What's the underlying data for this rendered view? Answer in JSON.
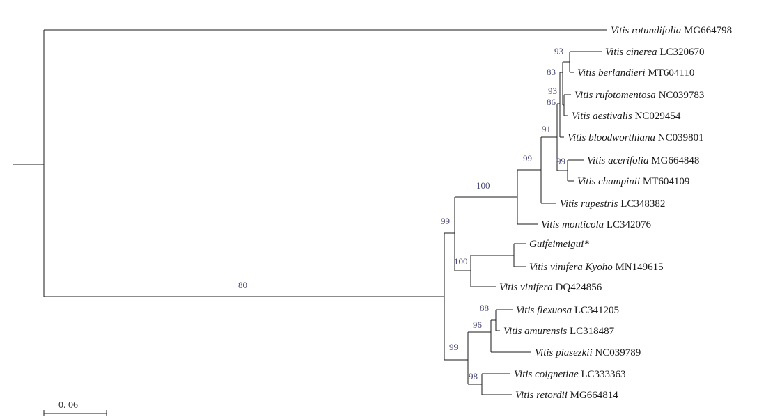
{
  "taxa": [
    {
      "species": "Vitis rotundifolia",
      "accession": "MG664798"
    },
    {
      "species": "Vitis cinerea",
      "accession": "LC320670"
    },
    {
      "species": "Vitis berlandieri",
      "accession": "MT604110"
    },
    {
      "species": "Vitis rufotomentosa",
      "accession": "NC039783"
    },
    {
      "species": "Vitis aestivalis",
      "accession": "NC029454"
    },
    {
      "species": "Vitis bloodworthiana",
      "accession": "NC039801"
    },
    {
      "species": "Vitis acerifolia",
      "accession": "MG664848"
    },
    {
      "species": "Vitis champinii",
      "accession": "MT604109"
    },
    {
      "species": "Vitis rupestris",
      "accession": "LC348382"
    },
    {
      "species": "Vitis monticola",
      "accession": "LC342076"
    },
    {
      "species": "Guifeimeigui*",
      "accession": ""
    },
    {
      "species": "Vitis vinifera Kyoho",
      "accession": "MN149615"
    },
    {
      "species": "Vitis vinifera",
      "accession": "DQ424856"
    },
    {
      "species": "Vitis flexuosa",
      "accession": "LC341205"
    },
    {
      "species": "Vitis amurensis",
      "accession": "LC318487"
    },
    {
      "species": "Vitis piasezkii",
      "accession": "NC039789"
    },
    {
      "species": "Vitis coignetiae",
      "accession": "LC333363"
    },
    {
      "species": "Vitis retordii",
      "accession": "MG664814"
    }
  ],
  "support_values": {
    "root_split": "80",
    "cinerea_berlandieri": "93",
    "cinerea_berlandieri_parent": "83",
    "rufotomentosa_aestivalis": "93",
    "rufotomentosa_group": "86",
    "north_american_core": "91",
    "acerifolia_champinii": "99",
    "with_rupestris": "99",
    "with_monticola": "100",
    "main_clade": "99",
    "guifeimeigui_kyoho": "100",
    "flexuosa_amurensis": "88",
    "with_piasezkii": "96",
    "asian_clade": "99",
    "coignetiae_retordii": "98"
  },
  "scale_bar": {
    "label": "0. 06",
    "value": 0.06
  },
  "colors": {
    "branch": "#1a1a1a",
    "support_label": "#4a4a78"
  }
}
